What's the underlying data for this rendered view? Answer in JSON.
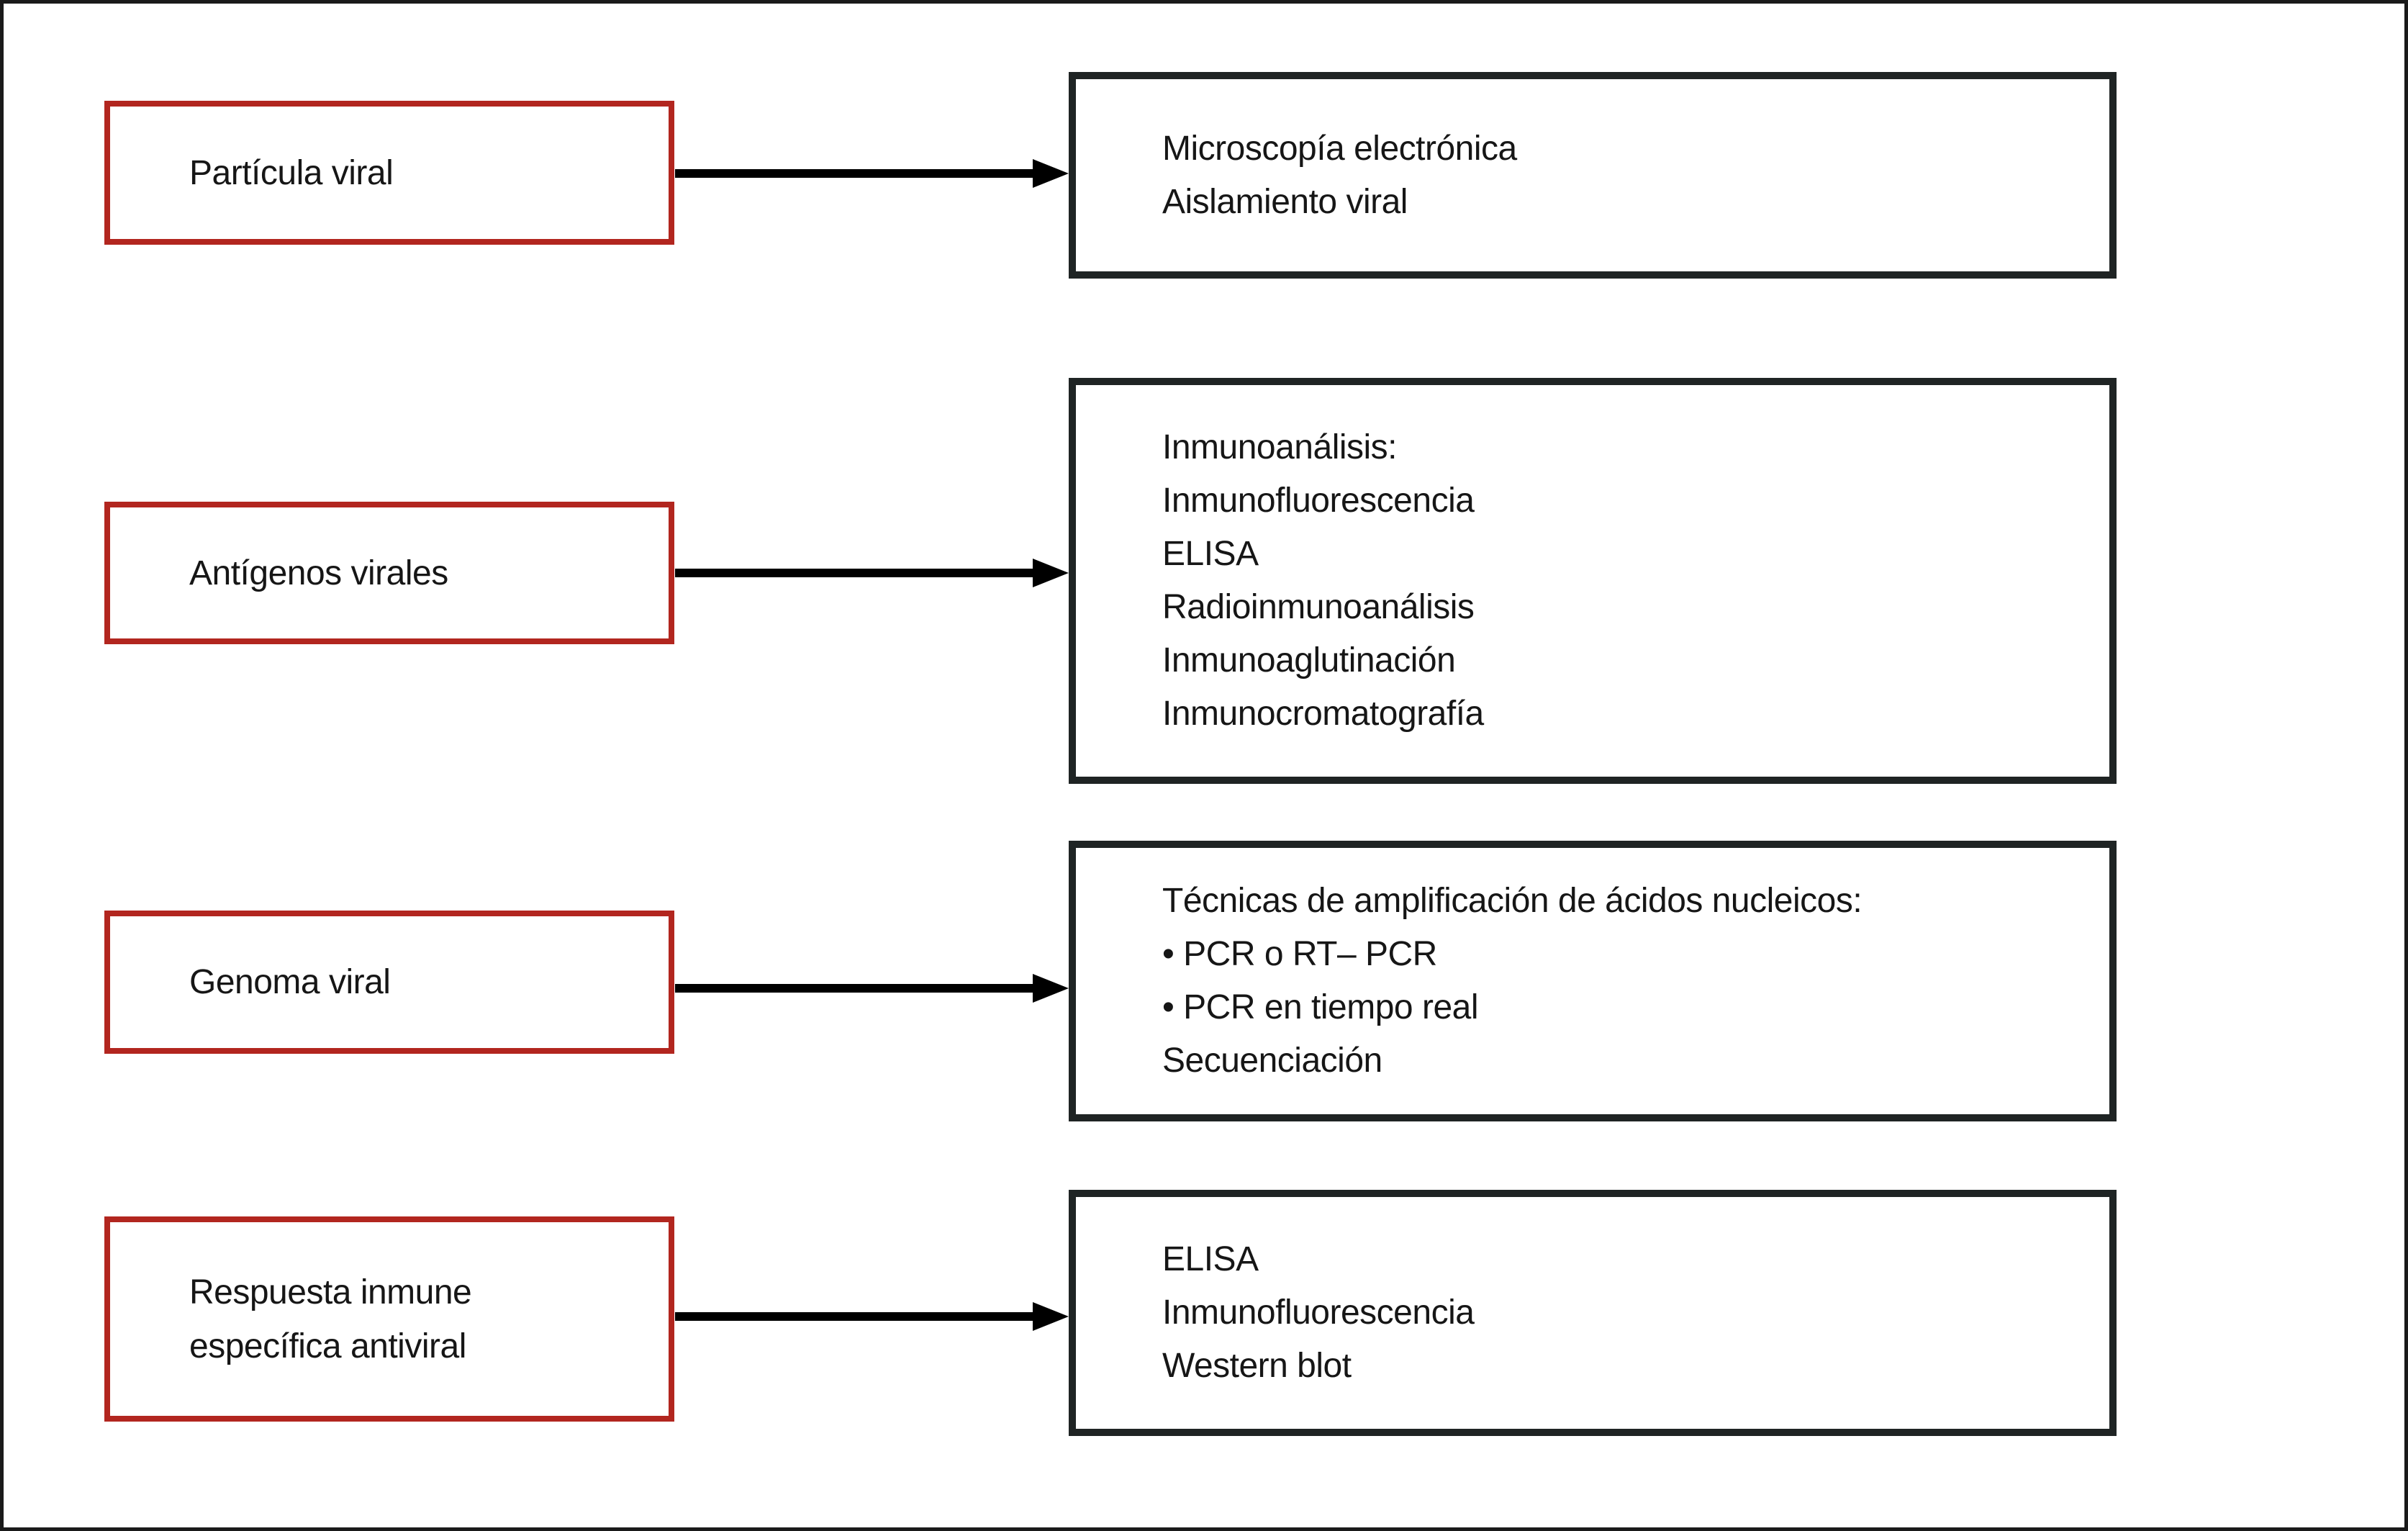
{
  "figure": {
    "rows": [
      {
        "source_lines": [
          "Partícula viral"
        ],
        "method_lines": [
          "Microscopía electrónica",
          "Aislamiento viral"
        ]
      },
      {
        "source_lines": [
          "Antígenos virales"
        ],
        "method_lines": [
          "Inmunoanálisis:",
          "Inmunofluorescencia",
          "ELISA",
          "Radioinmunoanálisis",
          "Inmunoaglutinación",
          "Inmunocromatografía"
        ]
      },
      {
        "source_lines": [
          "Genoma viral"
        ],
        "method_lines": [
          "Técnicas de amplificación de ácidos nucleicos:",
          "• PCR o RT– PCR",
          "• PCR en tiempo real",
          "Secuenciación"
        ]
      },
      {
        "source_lines": [
          "Respuesta inmune",
          "específica antiviral"
        ],
        "method_lines": [
          "ELISA",
          "Inmunofluorescencia",
          "Western blot"
        ]
      }
    ],
    "colors": {
      "source-border": "#b2261f",
      "target-border": "#1f2424",
      "arrow": "#000000",
      "text": "#161616",
      "background": "#ffffff",
      "frame": "#1a1a1a"
    }
  }
}
